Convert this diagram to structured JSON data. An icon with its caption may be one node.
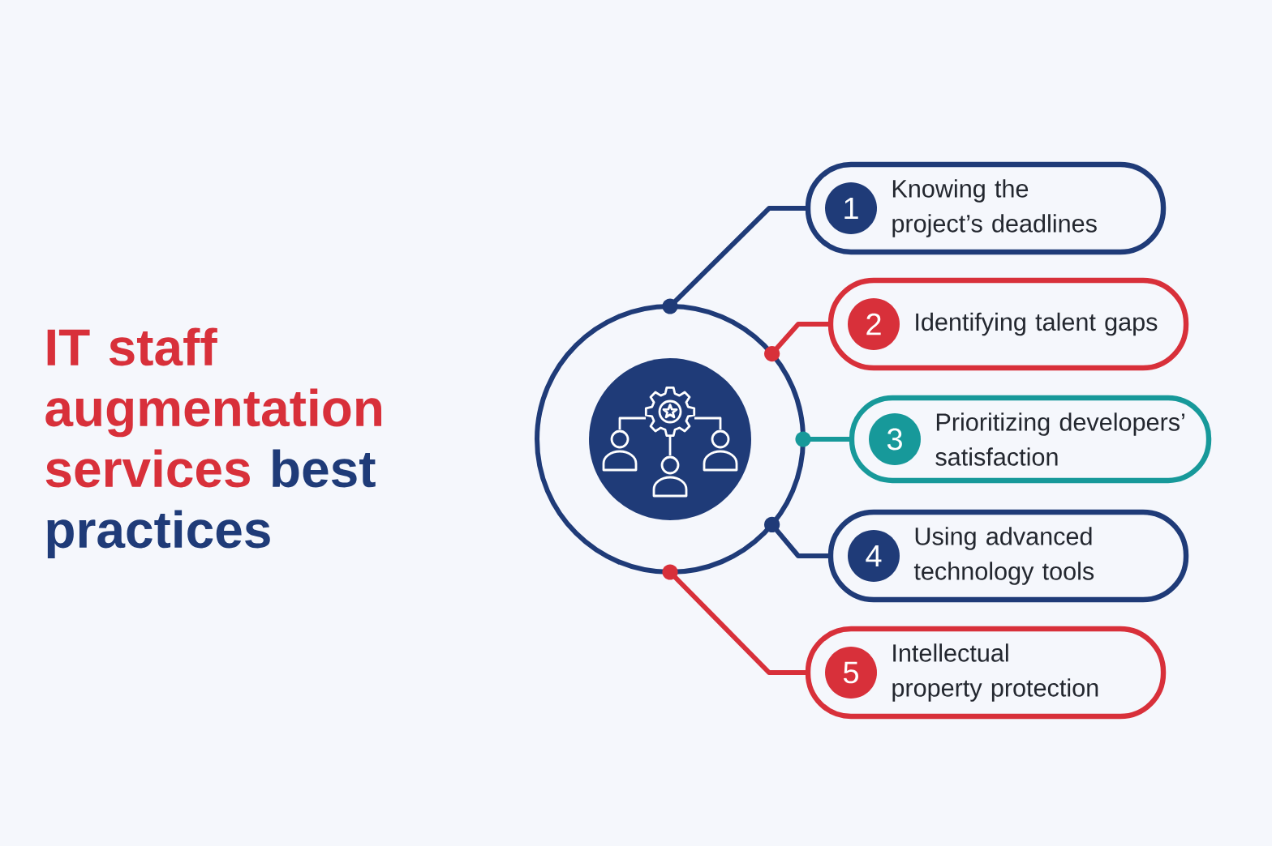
{
  "diagram": {
    "title": "IT staff augmentation services best practices",
    "nodes": [
      {
        "text": [],
        "shape": "circle"
      },
      {
        "text": [
          "Knowing the project’s deadlines"
        ]
      },
      {
        "text": [
          "1"
        ],
        "in": 1
      },
      {
        "text": [
          "Identifying talent gaps"
        ]
      },
      {
        "text": [
          "2"
        ],
        "in": 3
      },
      {
        "text": [
          "Prioritizing developers’ satisfaction"
        ]
      },
      {
        "text": [
          "3"
        ],
        "in": 5
      },
      {
        "text": [
          "Using advanced technology tools"
        ]
      },
      {
        "text": [
          "4"
        ],
        "in": 7
      },
      {
        "text": [
          "Intellectual property protection"
        ]
      },
      {
        "text": [
          "5"
        ],
        "in": 9
      }
    ],
    "edges": [
      {
        "from": 0,
        "to": 1,
        "arrow": "other",
        "color": "#1f3b78"
      },
      {
        "from": 0,
        "to": 3,
        "arrow": "other",
        "color": "#d8303a"
      },
      {
        "from": 0,
        "to": 5,
        "arrow": "other",
        "color": "#17999a"
      },
      {
        "from": 0,
        "to": 7,
        "arrow": "other",
        "color": "#1f3b78"
      },
      {
        "from": 0,
        "to": 9,
        "arrow": "other",
        "color": "#d8303a"
      }
    ]
  }
}
